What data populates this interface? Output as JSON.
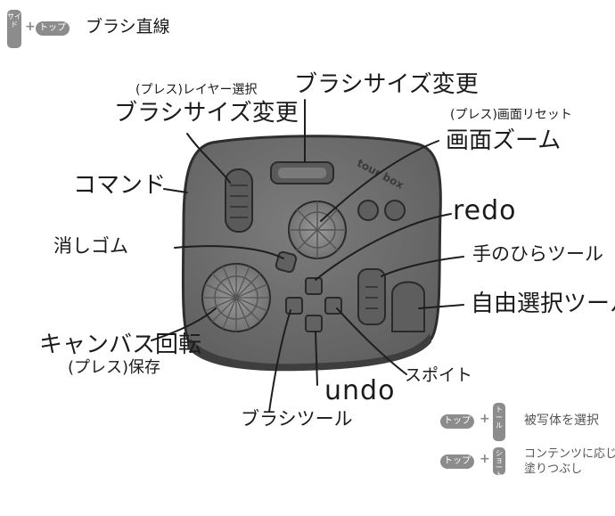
{
  "header": {
    "side_key": "サイド",
    "plus": "+",
    "top_key": "トップ",
    "title": "ブラシ直線"
  },
  "labels": {
    "press_layer_select": "(プレス)レイヤー選択",
    "brush_size_change_left": "ブラシサイズ変更",
    "brush_size_change_top": "ブラシサイズ変更",
    "press_canvas_reset": "(プレス)画面リセット",
    "canvas_zoom": "画面ズーム",
    "command": "コマンド",
    "redo": "redo",
    "eraser": "消しゴム",
    "hand_tool": "手のひらツール",
    "free_select_tool": "自由選択ツール",
    "canvas_rotate": "キャンバス回転",
    "press_save": "(プレス)保存",
    "eyedropper": "スポイト",
    "undo": "undo",
    "brush_tool": "ブラシツール",
    "device_logo": "tour box"
  },
  "legend": {
    "row1": {
      "key1": "トップ",
      "plus": "+",
      "key2": "トール",
      "text": "被写体を選択"
    },
    "row2": {
      "key1": "トップ",
      "plus": "+",
      "key2": "ショート",
      "text_line1": "コンテンツに応じた",
      "text_line2": "塗りつぶし"
    }
  },
  "colors": {
    "device_body": "#6e6e6e",
    "device_shadow": "#4a4a4a",
    "device_highlight": "#8a8a8a",
    "line": "#1e1e1e",
    "key_pill": "#8c8c8c"
  }
}
